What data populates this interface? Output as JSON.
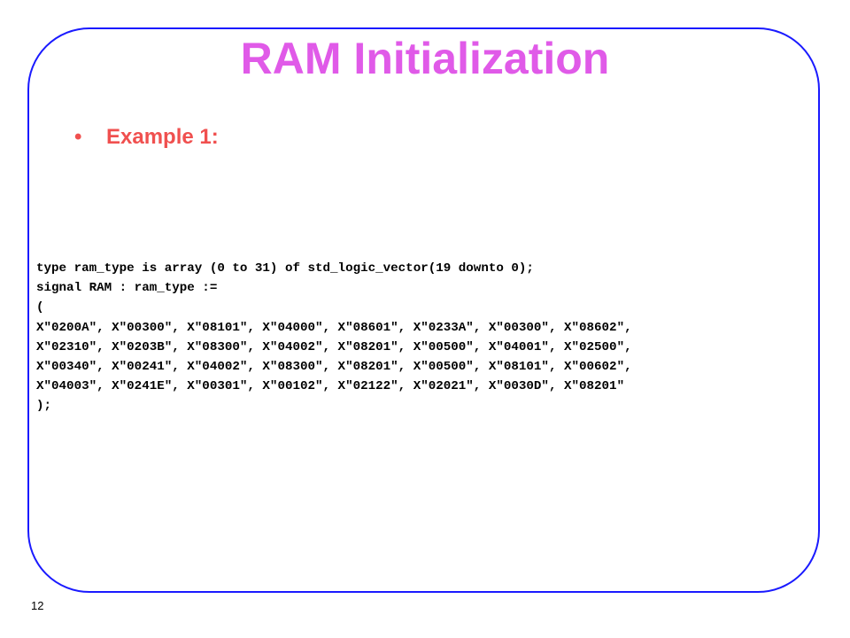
{
  "slide": {
    "title": "RAM Initialization",
    "bullet_symbol": "•",
    "bullet_text": "Example 1:",
    "code_lines": [
      "type ram_type is array (0 to 31) of std_logic_vector(19 downto 0);",
      "signal RAM : ram_type :=",
      "(",
      "X\"0200A\", X\"00300\", X\"08101\", X\"04000\", X\"08601\", X\"0233A\", X\"00300\", X\"08602\",",
      "X\"02310\", X\"0203B\", X\"08300\", X\"04002\", X\"08201\", X\"00500\", X\"04001\", X\"02500\",",
      "X\"00340\", X\"00241\", X\"04002\", X\"08300\", X\"08201\", X\"00500\", X\"08101\", X\"00602\",",
      "X\"04003\", X\"0241E\", X\"00301\", X\"00102\", X\"02122\", X\"02021\", X\"0030D\", X\"08201\"",
      ");"
    ],
    "page_number": "12"
  },
  "colors": {
    "title": "#e05ae8",
    "bullet": "#f0504f",
    "frame_border": "#1a1aff",
    "code": "#000000"
  }
}
